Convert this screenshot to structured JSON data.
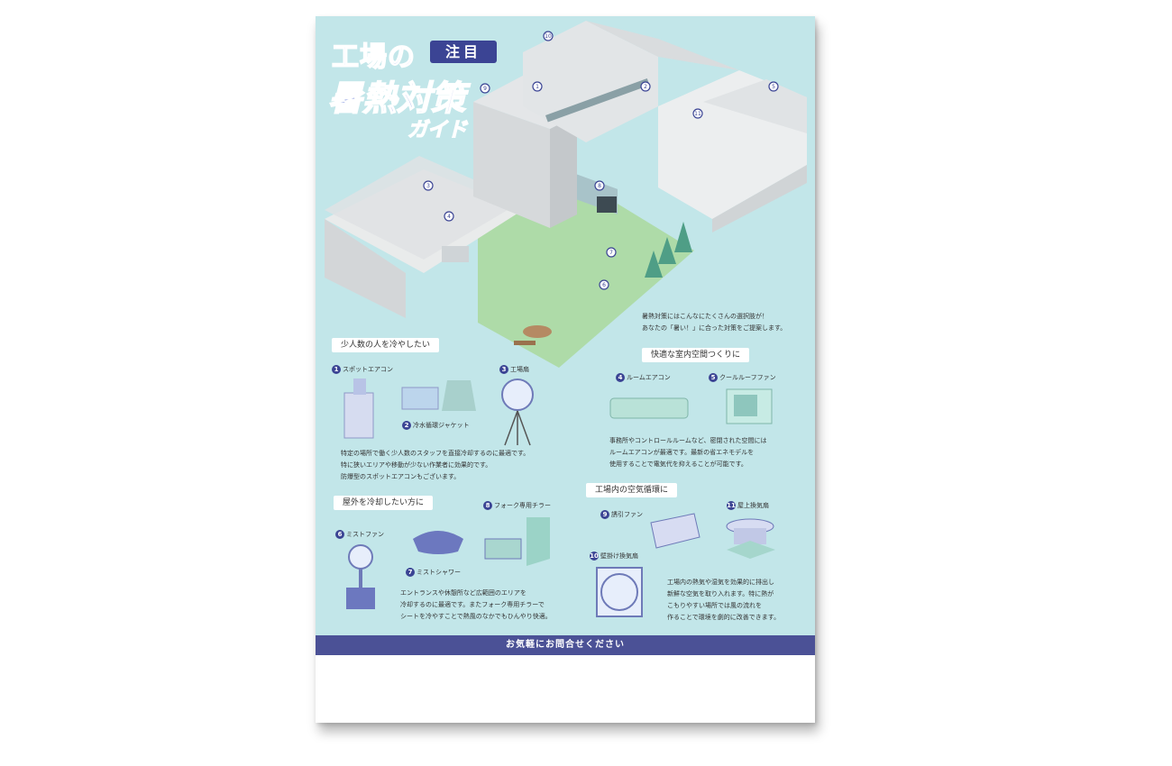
{
  "title": {
    "line1": "工場の",
    "badge": "注目",
    "line2": "暑熱対策",
    "line3": "ガイド"
  },
  "intro": {
    "line1": "暑熱対策にはこんなにたくさんの選択肢が！",
    "line2": "あなたの「暑い！」に合った対策をご提案します。"
  },
  "sections": {
    "few_people": {
      "heading": "少人数の人を冷やしたい",
      "items": [
        {
          "num": "1",
          "label": "スポットエアコン"
        },
        {
          "num": "2",
          "label": "冷水循環ジャケット"
        },
        {
          "num": "3",
          "label": "工場扇"
        }
      ],
      "desc": [
        "特定の場所で働く少人数のスタッフを直接冷却するのに最適です。",
        "特に狭いエリアや移動が少ない作業者に効果的です。",
        "防爆型のスポットエアコンもございます。"
      ]
    },
    "indoor": {
      "heading": "快適な室内空間つくりに",
      "items": [
        {
          "num": "4",
          "label": "ルームエアコン"
        },
        {
          "num": "5",
          "label": "クールルーフファン"
        }
      ],
      "desc": [
        "事務所やコントロールルームなど、密閉された空間には",
        "ルームエアコンが最適です。最新の省エネモデルを",
        "使用することで電気代を抑えることが可能です。"
      ]
    },
    "outdoor": {
      "heading": "屋外を冷却したい方に",
      "items": [
        {
          "num": "6",
          "label": "ミストファン"
        },
        {
          "num": "7",
          "label": "ミストシャワー"
        },
        {
          "num": "8",
          "label": "フォーク専用チラー"
        }
      ],
      "desc": [
        "エントランスや休憩所など広範囲のエリアを",
        "冷却するのに最適です。またフォーク専用チラーで",
        "シートを冷やすことで熱風のなかでもひんやり快適。"
      ]
    },
    "air": {
      "heading": "工場内の空気循環に",
      "items": [
        {
          "num": "9",
          "label": "誘引ファン"
        },
        {
          "num": "10",
          "label": "壁掛け換気扇"
        },
        {
          "num": "11",
          "label": "屋上換気扇"
        }
      ],
      "desc": [
        "工場内の熱気や湿気を効果的に排出し",
        "新鮮な空気を取り入れます。特に熱が",
        "こもりやすい場所では風の流れを",
        "作ることで環境を劇的に改善できます。"
      ]
    }
  },
  "map_markers": [
    "1",
    "2",
    "3",
    "4",
    "5",
    "6",
    "7",
    "8",
    "9",
    "10",
    "11"
  ],
  "footer": {
    "contact": "お気軽にお問合せください"
  },
  "colors": {
    "background": "#c2e6e9",
    "accent": "#3b4494",
    "footer": "#4b5196",
    "title": "#aab6e8"
  }
}
